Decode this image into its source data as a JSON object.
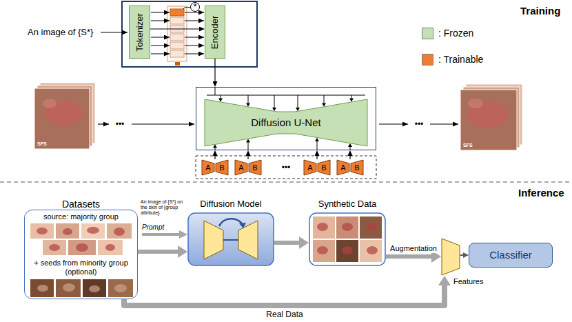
{
  "diagram": {
    "nodes": [
      {
        "text": [
          "Tokenizer"
        ]
      },
      {
        "text": [
          "Encoder"
        ]
      },
      {
        "text": [
          "Diffusion U-Net"
        ]
      },
      {
        "text": [
          "A",
          "B"
        ]
      },
      {
        "text": [
          "A",
          "B"
        ]
      },
      {
        "text": [
          "A",
          "B"
        ]
      },
      {
        "text": [
          "A",
          "B"
        ]
      },
      {
        "text": [
          "Datasets",
          "source: majority group",
          "+ seeds from minority group (optional)"
        ]
      },
      {
        "text": [
          "Diffusion Model"
        ]
      },
      {
        "text": [
          "Synthetic Data"
        ]
      },
      {
        "text": [
          "Features"
        ]
      },
      {
        "text": [
          "Classifier"
        ]
      }
    ],
    "edges": [
      {
        "from": 0,
        "to": 1,
        "arrow": "to"
      },
      {
        "from": 1,
        "to": 2,
        "arrow": "to"
      },
      {
        "from": 3,
        "to": 2,
        "arrow": "to"
      },
      {
        "from": 4,
        "to": 2,
        "arrow": "to"
      },
      {
        "from": 5,
        "to": 2,
        "arrow": "to"
      },
      {
        "from": 6,
        "to": 2,
        "arrow": "to"
      },
      {
        "from": 7,
        "to": 8,
        "arrow": "to"
      },
      {
        "from": 8,
        "to": 9,
        "arrow": "to"
      },
      {
        "from": 9,
        "to": 10,
        "label": "Augmentation",
        "arrow": "to"
      },
      {
        "from": 7,
        "to": 10,
        "label": "Real Data",
        "arrow": "to"
      },
      {
        "from": 10,
        "to": 11,
        "arrow": "to"
      }
    ],
    "labels": [
      "Training",
      "An image of {S*}",
      "*",
      "•••",
      "•••",
      "•••",
      "SFS",
      "SFS",
      "Inference",
      "An image of {S*} on the skin of {group attribute}",
      "Prompt"
    ],
    "legend": [
      {
        "text": ": Frozen",
        "color": "#c5e0b4"
      },
      {
        "text": ": Trainable",
        "color": "#ed7d31"
      }
    ]
  }
}
